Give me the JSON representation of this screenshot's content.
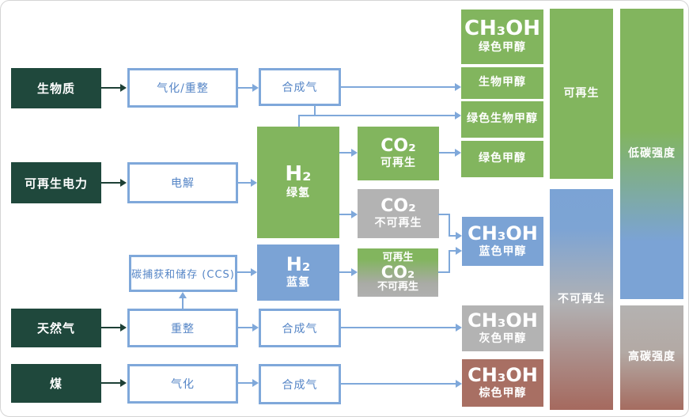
{
  "diagram": {
    "sources": [
      {
        "label": "生物质"
      },
      {
        "label": "可再生电力"
      },
      {
        "label": "天然气"
      },
      {
        "label": "煤"
      }
    ],
    "processes": {
      "biomass": "气化/重整",
      "electrolysis": "电解",
      "ccs": "碳捕获和储存 (CCS)",
      "reforming": "重整",
      "gasification": "气化"
    },
    "syngas": "合成气",
    "hydrogen": {
      "green": {
        "formula": "H₂",
        "label": "绿氢"
      },
      "blue": {
        "formula": "H₂",
        "label": "蓝氢"
      }
    },
    "co2": {
      "renewable": {
        "formula": "CO₂",
        "label": "可再生"
      },
      "nonrenewable": {
        "formula": "CO₂",
        "label": "不可再生"
      },
      "mixed": {
        "top": "可再生",
        "formula": "CO₂",
        "bottom": "不可再生"
      }
    },
    "methanol": {
      "green_header": {
        "formula": "CH₃OH",
        "label": "绿色甲醇"
      },
      "bio": "生物甲醇",
      "green_bio": "绿色生物甲醇",
      "green": "绿色甲醇",
      "blue": {
        "formula": "CH₃OH",
        "label": "蓝色甲醇"
      },
      "gray": {
        "formula": "CH₃OH",
        "label": "灰色甲醇"
      },
      "brown": {
        "formula": "CH₃OH",
        "label": "棕色甲醇"
      }
    },
    "bars": {
      "renewable": "可再生",
      "nonrenewable": "不可再生",
      "low_carbon": "低碳强度",
      "high_carbon": "高碳强度"
    },
    "colors": {
      "dark_green": "#1f483c",
      "green": "#82b55e",
      "blue": "#7ba3d5",
      "gray": "#b3b3b3",
      "brown": "#a86f63",
      "line_blue": "#7fa8da",
      "text_blue": "#5585c6"
    }
  }
}
